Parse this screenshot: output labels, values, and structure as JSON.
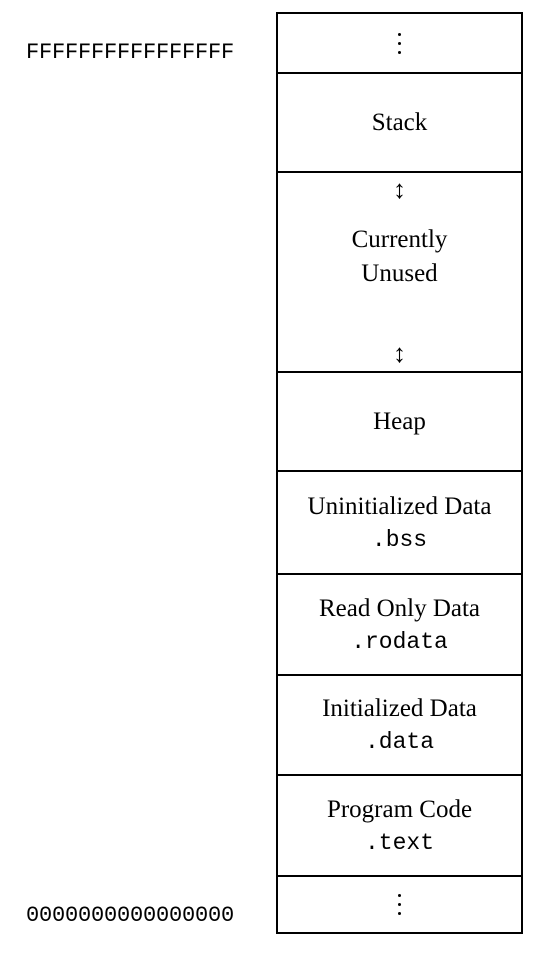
{
  "addresses": {
    "top": "FFFFFFFFFFFFFFFF",
    "bottom": "0000000000000000"
  },
  "segments": {
    "stack": {
      "name": "Stack"
    },
    "unused": {
      "line1": "Currently",
      "line2": "Unused",
      "arrow": "↕"
    },
    "heap": {
      "name": "Heap"
    },
    "bss": {
      "name": "Uninitialized Data",
      "section": ".bss"
    },
    "rodata": {
      "name": "Read Only Data",
      "section": ".rodata"
    },
    "data": {
      "name": "Initialized Data",
      "section": ".data"
    },
    "text": {
      "name": "Program Code",
      "section": ".text"
    }
  }
}
